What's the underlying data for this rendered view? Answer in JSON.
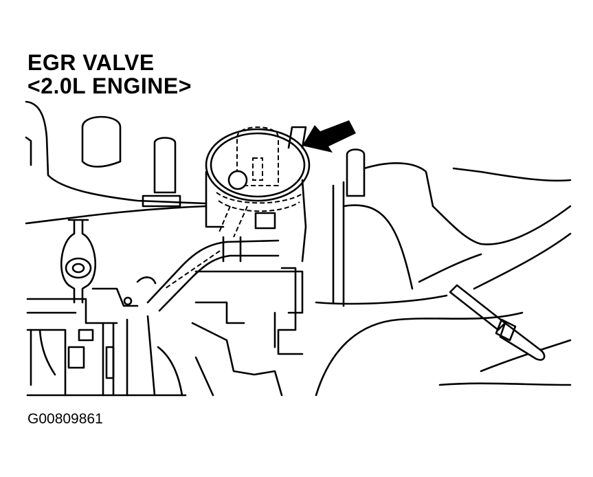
{
  "title": {
    "line1": "EGR VALVE",
    "line2": "<2.0L ENGINE>"
  },
  "figure_id": "G00809861",
  "illustration": {
    "subject": "egr-valve",
    "style": "black line art",
    "colors": {
      "line": "#000000",
      "background": "#ffffff"
    },
    "callout": "arrow-pointing-to-egr-valve"
  }
}
